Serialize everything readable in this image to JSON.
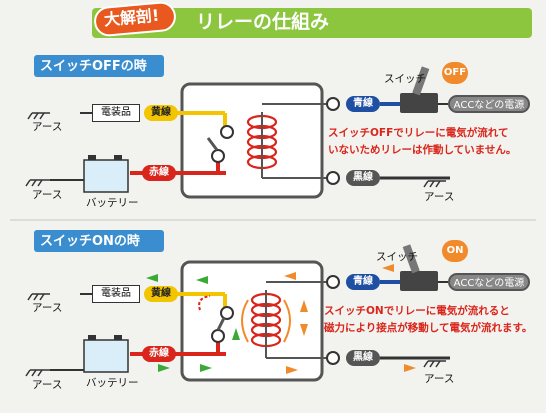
{
  "header": {
    "badge": "大解剖!",
    "title": "リレーの仕組み"
  },
  "off": {
    "heading": "スイッチOFFの時",
    "switch_label": "スイッチ",
    "state": "OFF",
    "device": "電装品",
    "battery": "バッテリー",
    "yellow": "黄線",
    "red": "赤線",
    "blue": "青線",
    "black": "黒線",
    "acc": "ACCなどの電源",
    "ground_left_top": "アース",
    "ground_left_bottom": "アース",
    "ground_right": "アース",
    "msg1": "スイッチOFFでリレーに電気が流れて",
    "msg2": "いないためリレーは作動していません。"
  },
  "on": {
    "heading": "スイッチONの時",
    "switch_label": "スイッチ",
    "state": "ON",
    "device": "電装品",
    "battery": "バッテリー",
    "yellow": "黄線",
    "red": "赤線",
    "blue": "青線",
    "black": "黒線",
    "acc": "ACCなどの電源",
    "ground_left_top": "アース",
    "ground_left_bottom": "アース",
    "ground_right": "アース",
    "msg1": "スイッチONでリレーに電気が流れると",
    "msg2": "磁力により接点が移動して電気が流れます。"
  },
  "colors": {
    "green": "#8cc63f",
    "orange": "#e8581f",
    "yellow_wire": "#f2c500",
    "red_wire": "#d9251b",
    "blue_wire": "#1f4fa3",
    "black_wire": "#333333",
    "arrow_green": "#3aa935",
    "arrow_orange": "#f08a2b"
  }
}
